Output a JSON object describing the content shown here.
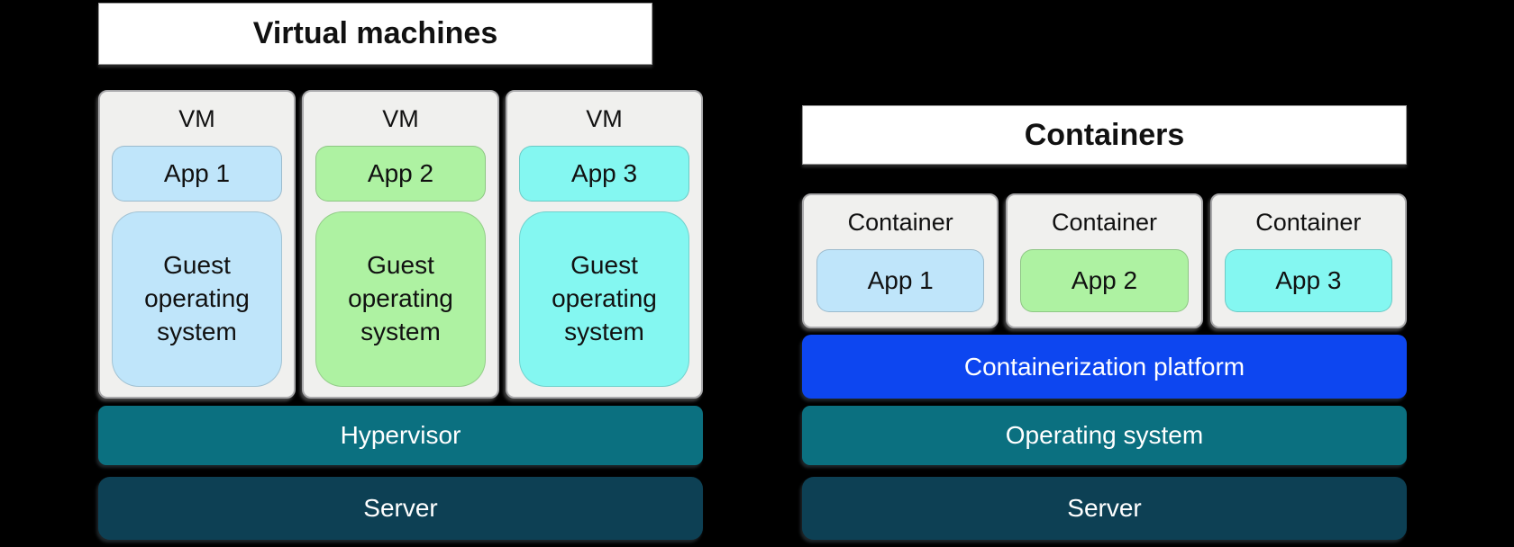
{
  "colors": {
    "background": "#000000",
    "title_bg": "#ffffff",
    "panel_bg": "#f0f0ee",
    "panel_border": "#a9a9ab",
    "app1_blue": "#bfe5fa",
    "app2_green": "#aef2a2",
    "app3_cyan": "#84f7f1",
    "teal_bar": "#0b7080",
    "dark_teal_bar": "#0d4054",
    "platform_blue": "#0d46f0",
    "text_dark": "#111111",
    "text_light": "#ffffff"
  },
  "left": {
    "title": "Virtual machines",
    "vms": [
      {
        "header": "VM",
        "app": "App 1",
        "guest_os": "Guest operating system"
      },
      {
        "header": "VM",
        "app": "App 2",
        "guest_os": "Guest operating system"
      },
      {
        "header": "VM",
        "app": "App 3",
        "guest_os": "Guest operating system"
      }
    ],
    "hypervisor": "Hypervisor",
    "server": "Server"
  },
  "right": {
    "title": "Containers",
    "containers": [
      {
        "header": "Container",
        "app": "App 1"
      },
      {
        "header": "Container",
        "app": "App 2"
      },
      {
        "header": "Container",
        "app": "App 3"
      }
    ],
    "platform": "Containerization platform",
    "os": "Operating system",
    "server": "Server"
  }
}
